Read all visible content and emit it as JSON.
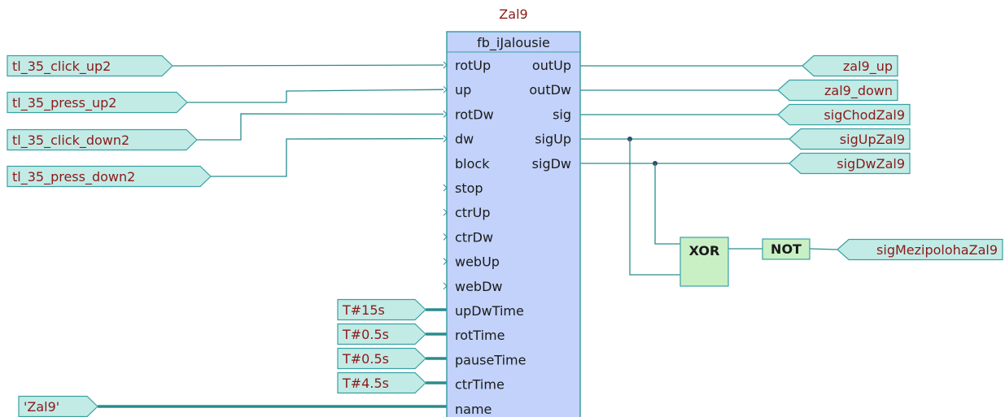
{
  "block": {
    "instance_name": "Zal9",
    "type_name": "fb_iJalousie",
    "inputs": [
      "rotUp",
      "up",
      "rotDw",
      "dw",
      "block",
      "stop",
      "ctrUp",
      "ctrDw",
      "webUp",
      "webDw",
      "upDwTime",
      "rotTime",
      "pauseTime",
      "ctrTime",
      "name"
    ],
    "outputs": [
      "outUp",
      "outDw",
      "sig",
      "sigUp",
      "sigDw"
    ]
  },
  "input_tags": [
    "tl_35_click_up2",
    "tl_35_press_up2",
    "tl_35_click_down2",
    "tl_35_press_down2"
  ],
  "constants": [
    "T#15s",
    "T#0.5s",
    "T#0.5s",
    "T#4.5s"
  ],
  "name_constant": "'Zal9'",
  "output_tags": [
    "zal9_up",
    "zal9_down",
    "sigChodZal9",
    "sigUpZal9",
    "sigDwZal9"
  ],
  "gates": {
    "xor": "XOR",
    "not": "NOT"
  },
  "gate_output_tag": "sigMezipolohaZal9",
  "colors": {
    "wire": "#2a8c8c",
    "block_fill": "#c2d2fa",
    "block_border": "#3aa0a4",
    "tag_fill": "#c2ebe6",
    "tag_border": "#3aa0a4",
    "tag_text": "#8b1a1a",
    "gate_fill": "#c9efc4",
    "gate_text": "#1a1a1a",
    "title_text": "#8b1a1a"
  }
}
